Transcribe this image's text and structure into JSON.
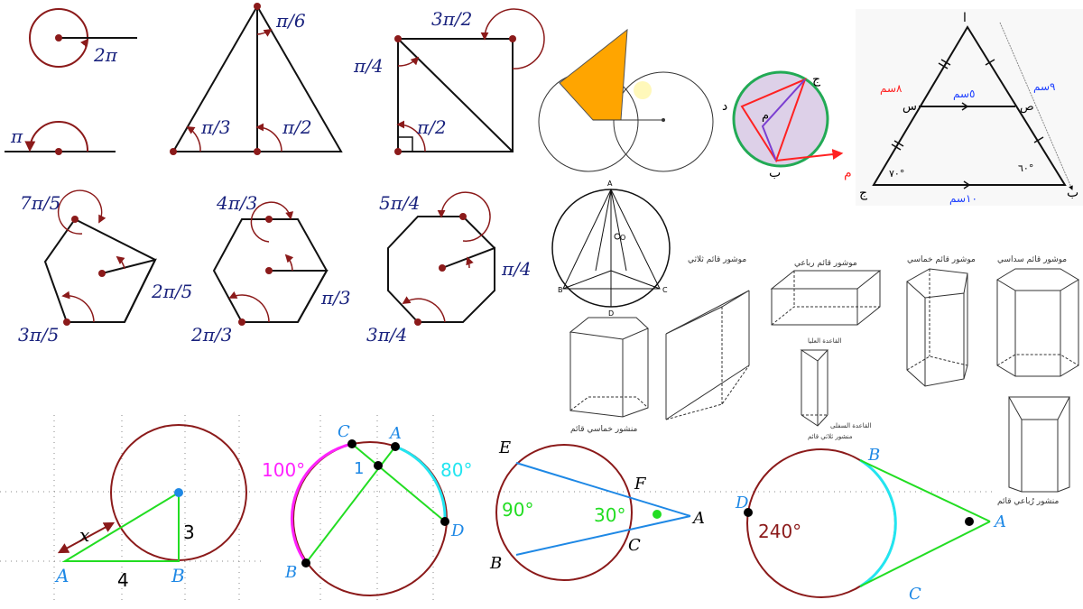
{
  "colors": {
    "angle_label": "#1a237e",
    "dark_red": "#8b1a1a",
    "point_blue": "#1e88e5",
    "green": "#22dd22",
    "magenta": "#ff22ff",
    "cyan": "#22e5f0",
    "blue_line": "#1e88e5",
    "orange_fill": "#ffa500",
    "circle_green": "#22aa55",
    "circle_fill": "#ddd0e8",
    "red": "#ff2222",
    "purple": "#7b3fd1"
  },
  "radian_angles": {
    "full_turn": "2π",
    "straight": "π",
    "triangle_top": "π/6",
    "triangle_left": "π/3",
    "triangle_right": "π/2",
    "square_top": "3π/2",
    "square_left": "π/4",
    "square_inner": "π/2",
    "pentagon_top": "7π/5",
    "pentagon_center": "2π/5",
    "pentagon_bottom": "3π/5",
    "hexagon_top": "4π/3",
    "hexagon_center": "π/3",
    "hexagon_bottom": "2π/3",
    "octagon_top": "5π/4",
    "octagon_center": "π/4",
    "octagon_bottom": "3π/4"
  },
  "arabic_triangle": {
    "vertex_top": "ا",
    "vertex_bl": "ج",
    "vertex_br": "ب",
    "mid_left": "س",
    "mid_right": "ص",
    "len_mid": "٥سم",
    "len_base": "١٠سم",
    "side_label": "٩سم",
    "red_label": "٨سم",
    "angle_left": "٧٠°",
    "angle_right": "٦٠°"
  },
  "inscribed_circle": {
    "p1": "ب",
    "p2": "د",
    "p3": "م",
    "p4": "ج",
    "p5": "م"
  },
  "prisms": {
    "triangular": "موشور قائم ثلاثي",
    "rect": "موشور قائم رباعي",
    "pent": "موشور قائم خماسي",
    "hex": "موشور قائم سداسي",
    "pent_bottom": "منشور خماسي قائم",
    "quad_bottom": "منشور رُباعي قائم",
    "tri_top_note": "القاعدة العليا",
    "tri_bottom_note": "القاعدة السفلى",
    "tri_caption": "منشور ثلاثي قائم"
  },
  "tangent_problem": {
    "x": "x",
    "r": "3",
    "ab": "4",
    "a": "A",
    "b": "B"
  },
  "chord_problem": {
    "arc1": "100°",
    "arc2": "80°",
    "angle": "1",
    "a": "A",
    "b": "B",
    "c": "C",
    "d": "D"
  },
  "secant_problem": {
    "arc1": "90°",
    "arc2": "30°",
    "a": "A",
    "c": "C",
    "e": "E",
    "f": "F",
    "b": "B"
  },
  "tangents_problem": {
    "arc": "240°",
    "a": "A",
    "b": "B",
    "c": "C",
    "d": "D"
  },
  "circle_letters": {
    "top": "A",
    "left": "B",
    "right": "C",
    "bottom": "D",
    "center": "O"
  }
}
